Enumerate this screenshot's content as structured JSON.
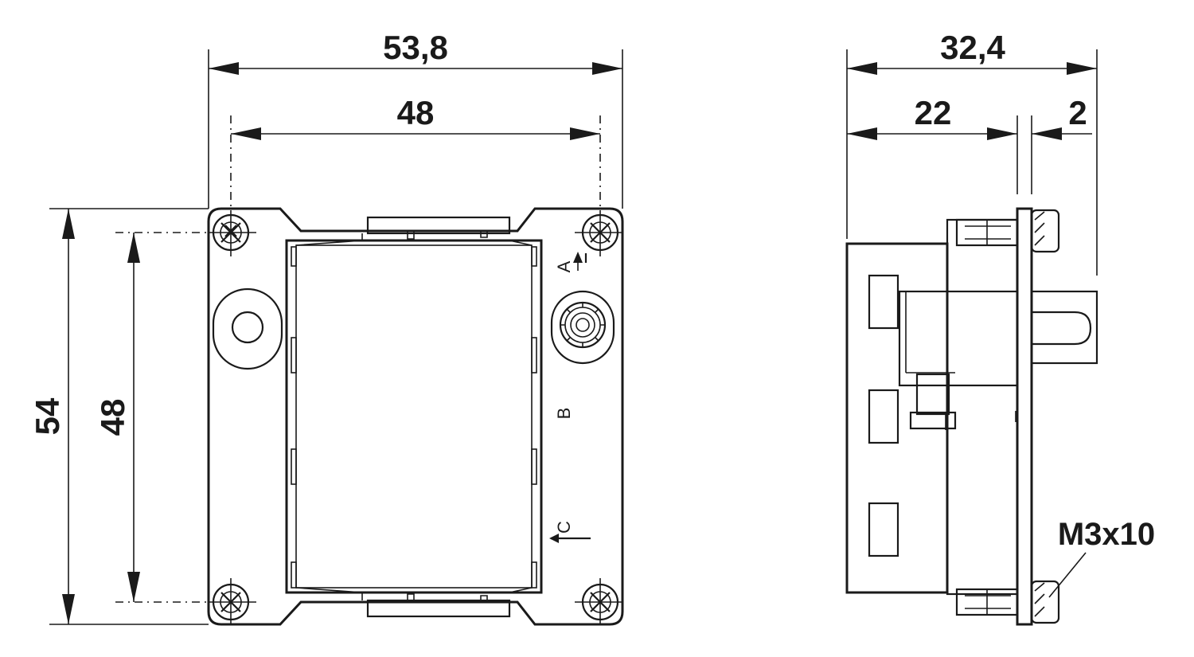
{
  "front_view": {
    "dim_overall_width": "53,8",
    "dim_hole_spacing_width": "48",
    "dim_overall_height": "54",
    "dim_hole_spacing_height": "48",
    "marking_a": "A",
    "marking_b": "B",
    "marking_c": "C"
  },
  "side_view": {
    "dim_overall_depth": "32,4",
    "dim_body_depth": "22",
    "dim_flange_thickness": "2",
    "screw_callout": "M3x10"
  }
}
